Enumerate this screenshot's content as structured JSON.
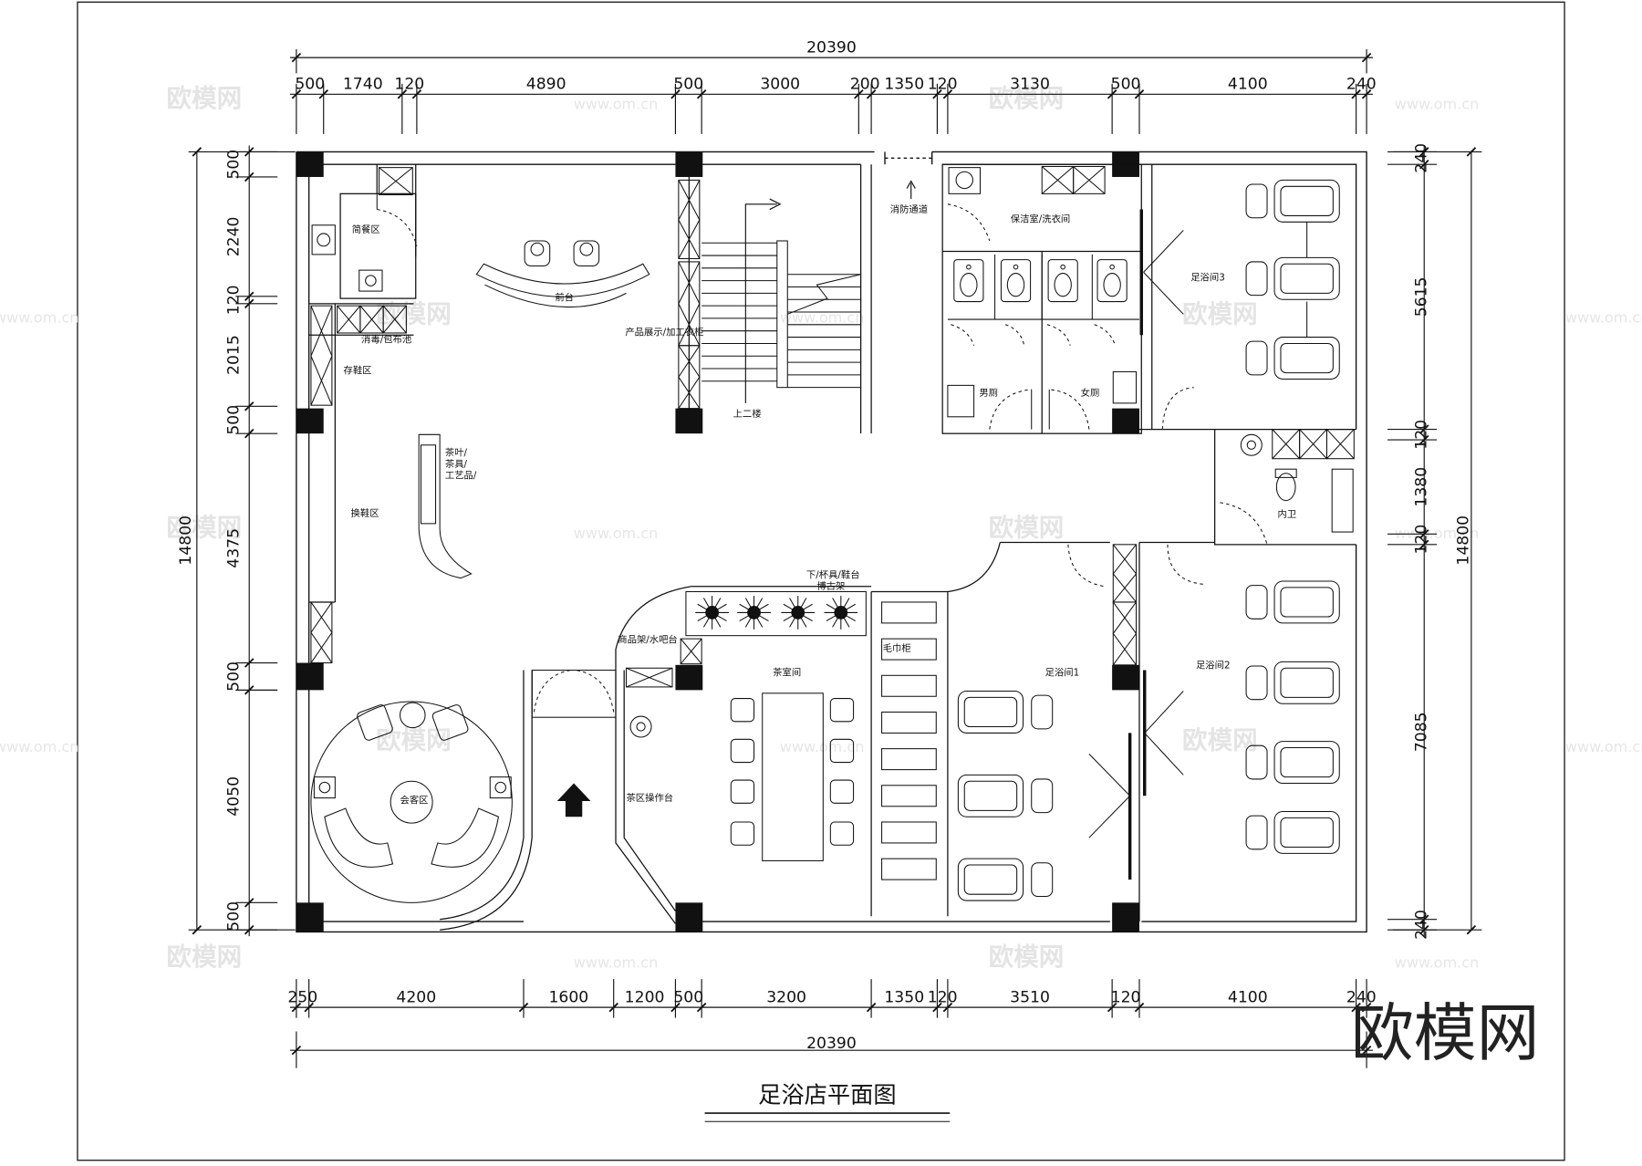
{
  "drawing": {
    "title": "足浴店平面图",
    "logo": "欧模网",
    "watermark": {
      "brand": "欧模网",
      "url": "www.om.cn"
    }
  },
  "dimensions": {
    "top_total": "20390",
    "top_segments": [
      "500",
      "1740",
      "120",
      "4890",
      "500",
      "3000",
      "200",
      "1350",
      "120",
      "3130",
      "500",
      "4100",
      "240"
    ],
    "bottom_total": "20390",
    "bottom_segments": [
      "250",
      "4200",
      "1600",
      "1200",
      "500",
      "3200",
      "1350",
      "120",
      "3510",
      "120",
      "4100",
      "240"
    ],
    "left_total": "14800",
    "left_segments": [
      "500",
      "2240",
      "120",
      "2015",
      "500",
      "4375",
      "500",
      "4050",
      "500"
    ],
    "right_total": "14800",
    "right_segments": [
      "240",
      "5615",
      "120",
      "1380",
      "120",
      "7085",
      "240"
    ]
  },
  "rooms": {
    "simple_dining": "简餐区",
    "front_desk": "前台",
    "disinfection": "消毒/包布池",
    "shoe_storage": "存鞋区",
    "shoe_change": "换鞋区",
    "product_display": "产品展示/加工衣柜",
    "go_upstairs": "上二楼",
    "fire_exit": "消防通道",
    "cleaning_laundry": "保洁室/洗衣间",
    "mens_toilet": "男厕",
    "womens_toilet": "女厕",
    "foot_bath_3": "足浴间3",
    "inner_wc": "内卫",
    "foot_bath_1": "足浴间1",
    "foot_bath_2": "足浴间2",
    "tea_room": "茶室间",
    "tea_prep_counter": "茶区操作台",
    "reception_area": "会客区",
    "stool": "下/杯具/鞋台",
    "display_shelf": "博古架",
    "water_counter": "商品架/水吧台",
    "towel": "毛巾柜",
    "mixed": "茶叶/\n茶具/\n工艺品/"
  }
}
